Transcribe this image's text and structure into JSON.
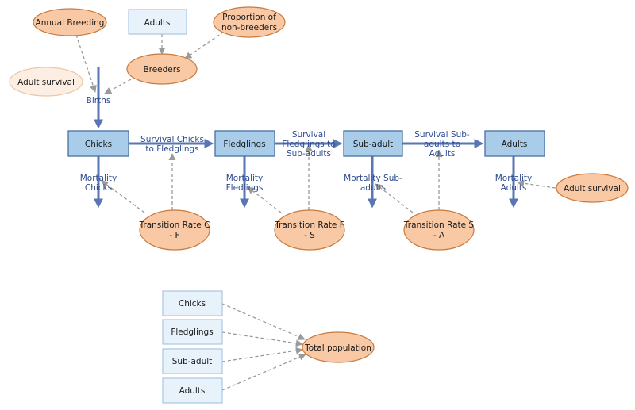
{
  "colors": {
    "stock_fill": "#a9cce9",
    "stock_stroke": "#4a6fa5",
    "variable_fill": "#f9c8a4",
    "variable_stroke": "#c97a3c",
    "ghost_fill": "#fdeee3",
    "ghost_stroke": "#ecc7a6",
    "light_box_fill": "#e8f2fb",
    "light_box_stroke": "#a9c6e2",
    "flow_color": "#5875b5",
    "link_color": "#9a9a9a",
    "flow_label_color": "#2d4a8f"
  },
  "stocks": {
    "chicks": "Chicks",
    "fledglings": "Fledglings",
    "subadult": "Sub-adult",
    "adults": "Adults"
  },
  "variables": {
    "annual_breeding": "Annual Breeding",
    "proportion_nonbreeders": [
      "Proportion of",
      "non-breeders"
    ],
    "breeders": "Breeders",
    "adult_survival_faded": "Adult survival",
    "adult_survival": "Adult survival",
    "transition_cf": [
      "Transition Rate C",
      "- F"
    ],
    "transition_fs": [
      "Transition Rate F",
      "- S"
    ],
    "transition_sa": [
      "Transition Rate S",
      "- A"
    ],
    "total_population": "Total population"
  },
  "flows": {
    "births": "Births",
    "survival_chicks": [
      "Survival Chicks",
      "to Fledglings"
    ],
    "survival_fledglings": [
      "Survival",
      "Fledglings to",
      "Sub-adults"
    ],
    "survival_subadults": [
      "Survival Sub-",
      "adults to",
      "Adults"
    ],
    "mortality_chicks": [
      "Mortality",
      "Chicks"
    ],
    "mortality_fledglings": [
      "Mortality",
      "Fledlings"
    ],
    "mortality_subadults": [
      "Mortality Sub-",
      "adults"
    ],
    "mortality_adults": [
      "Mortality",
      "Adults"
    ]
  },
  "ghosts": {
    "adults_top": "Adults",
    "chicks": "Chicks",
    "fledglings": "Fledglings",
    "subadult": "Sub-adult",
    "adults": "Adults"
  }
}
